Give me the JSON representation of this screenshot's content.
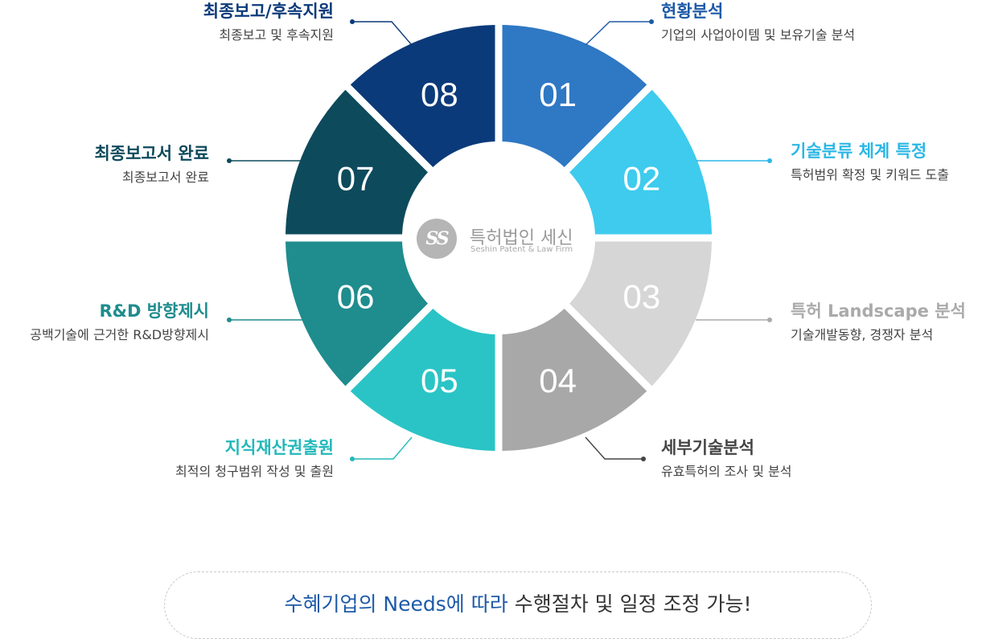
{
  "center": {
    "logo_mark": "SS",
    "name": "특허법인 세신",
    "subtitle": "Seshin Patent & Law Firm"
  },
  "steps": [
    {
      "num": "01",
      "title": "현황분석",
      "desc": "기업의 사업아이템  및 보유기술 분석",
      "color": "#2f78c4",
      "title_color": "#1e5aa8"
    },
    {
      "num": "02",
      "title": "기술분류 체계 특정",
      "desc": "특허범위 확정 및  키워드 도출",
      "color": "#3ecbee",
      "title_color": "#2cb7e6"
    },
    {
      "num": "03",
      "title": "특허 Landscape 분석",
      "desc": "기술개발동향, 경쟁자 분석",
      "color": "#d6d6d6",
      "title_color": "#aaaaaa"
    },
    {
      "num": "04",
      "title": "세부기술분석",
      "desc": "유효특허의  조사 및 분석",
      "color": "#a8a8a8",
      "title_color": "#444444"
    },
    {
      "num": "05",
      "title": "지식재산권출원",
      "desc": "최적의 청구범위 작성 및 출원",
      "color": "#2ac4c6",
      "title_color": "#22b8bb"
    },
    {
      "num": "06",
      "title": "R&D 방향제시",
      "desc": "공백기술에 근거한 R&D방향제시",
      "color": "#1f8c8e",
      "title_color": "#1f8c8e"
    },
    {
      "num": "07",
      "title": "최종보고서 완료",
      "desc": "최종보고서 완료",
      "color": "#0d4a5c",
      "title_color": "#0d4a5c"
    },
    {
      "num": "08",
      "title": "최종보고/후속지원",
      "desc": "최종보고 및 후속지원",
      "color": "#0b3a7a",
      "title_color": "#0b3a7a"
    }
  ],
  "banner": {
    "highlight": "수혜기업의 Needs에 따라",
    "rest": " 수행절차 및 일정 조정 가능!"
  }
}
